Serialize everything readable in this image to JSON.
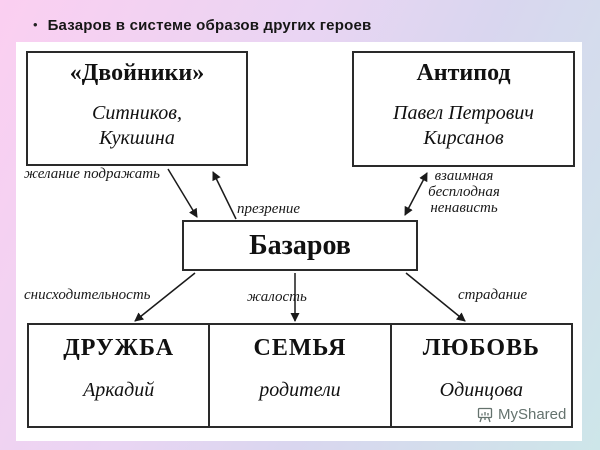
{
  "slide": {
    "bullet": "•",
    "title": "Базаров в системе образов других героев"
  },
  "diagram": {
    "dvoyniki": {
      "heading": "«Двойники»",
      "line1": "Ситников,",
      "line2": "Кукшина"
    },
    "antipod": {
      "heading": "Антипод",
      "line1": "Павел Петрович",
      "line2": "Кирсанов"
    },
    "bazarov": {
      "heading": "Базаров"
    },
    "bottom": [
      {
        "heading": "ДРУЖБА",
        "name": "Аркадий"
      },
      {
        "heading": "СЕМЬЯ",
        "name": "родители"
      },
      {
        "heading": "ЛЮБОВЬ",
        "name": "Одинцова"
      }
    ],
    "labels": {
      "imitate": "желание подражать",
      "contempt": "презрение",
      "hatred1": "взаимная",
      "hatred2": "бесплодная",
      "hatred3": "ненависть",
      "condescension": "снисходительность",
      "pity": "жалость",
      "suffering": "страдание"
    }
  },
  "watermark": {
    "text": "MyShared"
  },
  "colors": {
    "bg_top_left": "#fbcff1",
    "bg_lavender": "#ded6f0",
    "bg_bottom_right": "#cde7e9",
    "panel": "#ffffff",
    "line": "#1a1a1a",
    "watermark_text": "#4f5f5a"
  }
}
